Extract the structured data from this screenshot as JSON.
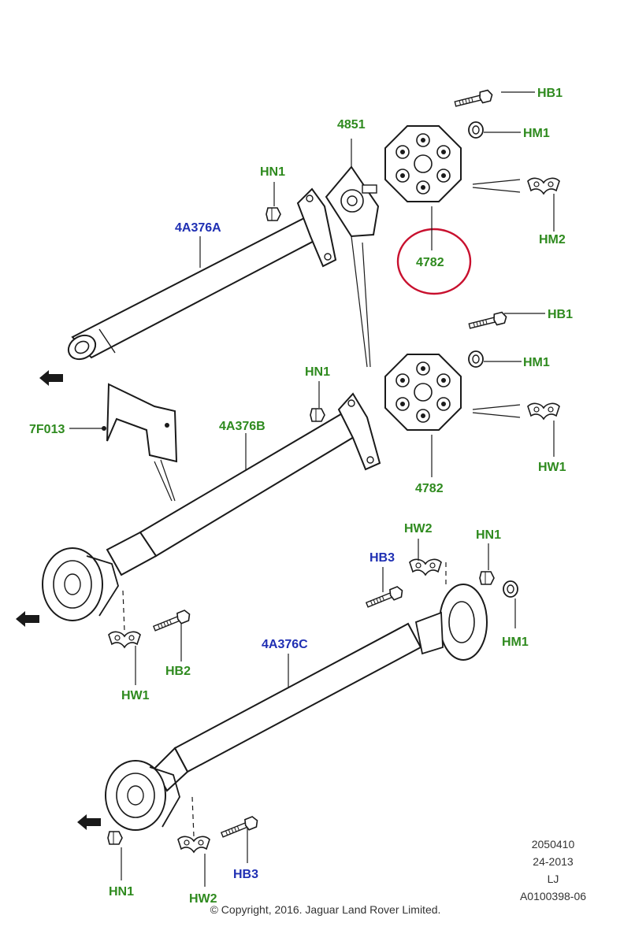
{
  "callouts": {
    "hb1_top": "HB1",
    "hm1_top": "HM1",
    "hm2": "HM2",
    "p4851": "4851",
    "hn1_top": "HN1",
    "p4a376a": "4A376A",
    "p4782_top": "4782",
    "hb1_mid": "HB1",
    "hm1_mid": "HM1",
    "hn1_mid": "HN1",
    "hw1_mid": "HW1",
    "p7f013": "7F013",
    "p4a376b": "4A376B",
    "p4782_mid": "4782",
    "hw2_top": "HW2",
    "hb3_top": "HB3",
    "hn1_right": "HN1",
    "hm1_right": "HM1",
    "p4a376c": "4A376C",
    "hb2": "HB2",
    "hw1_low": "HW1",
    "hn1_bottom": "HN1",
    "hw2_bottom": "HW2",
    "hb3_bottom": "HB3"
  },
  "colors": {
    "part_label": "#2e8a1e",
    "assembly_label": "#1f2fb3",
    "highlight_circle": "#c8102e",
    "line_art": "#1a1a1a"
  },
  "reference": {
    "line1": "2050410",
    "line2": "24-2013",
    "line3": "LJ",
    "line4": "A0100398-06"
  },
  "copyright": "© Copyright, 2016. Jaguar Land Rover Limited."
}
